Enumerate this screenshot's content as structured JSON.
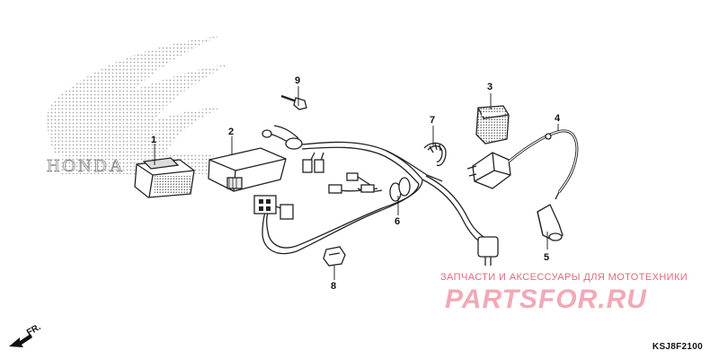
{
  "watermark": {
    "top_text": "ЗАПЧАСТИ И АКСЕССУАРЫ ДЛЯ МОТОТЕХНИКИ",
    "logo_text": "PARTSFOR.RU",
    "logo_color": "#f2a9b6",
    "text_color": "#e06a7a"
  },
  "brand_mark": {
    "text": "HONDA"
  },
  "direction": {
    "label": "FR."
  },
  "reference_code": "KSJ8F2100",
  "callouts": [
    {
      "id": "1",
      "part": "cdi-unit"
    },
    {
      "id": "2",
      "part": "regulator-rectifier"
    },
    {
      "id": "3",
      "part": "rubber-mount"
    },
    {
      "id": "4",
      "part": "ignition-coil"
    },
    {
      "id": "5",
      "part": "spark-plug-cap"
    },
    {
      "id": "6",
      "part": "wire-harness"
    },
    {
      "id": "7",
      "part": "wire-band"
    },
    {
      "id": "8",
      "part": "harness-clip"
    },
    {
      "id": "9",
      "part": "bolt"
    }
  ]
}
